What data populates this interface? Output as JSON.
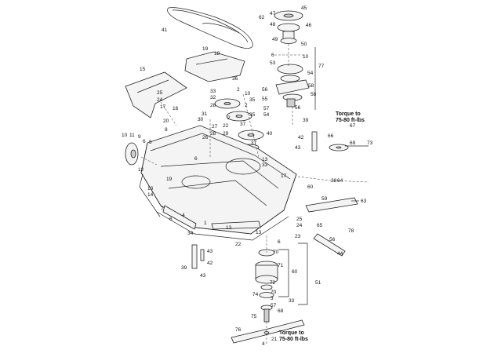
{
  "diagram": {
    "callouts": [
      {
        "id": "c45",
        "text": "45"
      },
      {
        "id": "c47",
        "text": "47"
      },
      {
        "id": "c62",
        "text": "62"
      },
      {
        "id": "c48",
        "text": "48"
      },
      {
        "id": "c46",
        "text": "46"
      },
      {
        "id": "c41",
        "text": "41"
      },
      {
        "id": "c49",
        "text": "49"
      },
      {
        "id": "c50",
        "text": "50"
      },
      {
        "id": "c19",
        "text": "19"
      },
      {
        "id": "c18",
        "text": "18"
      },
      {
        "id": "c6a",
        "text": "6"
      },
      {
        "id": "c10a",
        "text": "10"
      },
      {
        "id": "c53",
        "text": "53"
      },
      {
        "id": "c54a",
        "text": "54"
      },
      {
        "id": "c77",
        "text": "77"
      },
      {
        "id": "c15",
        "text": "15"
      },
      {
        "id": "c36",
        "text": "36"
      },
      {
        "id": "c2a",
        "text": "2"
      },
      {
        "id": "c58a",
        "text": "58"
      },
      {
        "id": "c56a",
        "text": "56"
      },
      {
        "id": "c55",
        "text": "55"
      },
      {
        "id": "c58b",
        "text": "58"
      },
      {
        "id": "c25a",
        "text": "25"
      },
      {
        "id": "c33a",
        "text": "33"
      },
      {
        "id": "c10b",
        "text": "10"
      },
      {
        "id": "c24a",
        "text": "24"
      },
      {
        "id": "c32",
        "text": "32"
      },
      {
        "id": "c35a",
        "text": "35"
      },
      {
        "id": "c17a",
        "text": "17"
      },
      {
        "id": "c28a",
        "text": "28"
      },
      {
        "id": "c2b",
        "text": "2"
      },
      {
        "id": "c35b",
        "text": "35"
      },
      {
        "id": "c16",
        "text": "16"
      },
      {
        "id": "c31",
        "text": "31"
      },
      {
        "id": "c57a",
        "text": "57"
      },
      {
        "id": "c56b",
        "text": "56"
      },
      {
        "id": "c54b",
        "text": "54"
      },
      {
        "id": "c30",
        "text": "30"
      },
      {
        "id": "c2c",
        "text": "2"
      },
      {
        "id": "c20",
        "text": "20"
      },
      {
        "id": "c37a",
        "text": "37"
      },
      {
        "id": "c8",
        "text": "8"
      },
      {
        "id": "c27",
        "text": "27"
      },
      {
        "id": "c28b",
        "text": "28"
      },
      {
        "id": "c29",
        "text": "29"
      },
      {
        "id": "c22a",
        "text": "22"
      },
      {
        "id": "c26",
        "text": "26"
      },
      {
        "id": "c40",
        "text": "40"
      },
      {
        "id": "c37b",
        "text": "37"
      },
      {
        "id": "c39a",
        "text": "39"
      },
      {
        "id": "c42a",
        "text": "42"
      },
      {
        "id": "c43a",
        "text": "43"
      },
      {
        "id": "c67",
        "text": "67"
      },
      {
        "id": "c66",
        "text": "66"
      },
      {
        "id": "c69",
        "text": "69"
      },
      {
        "id": "c73",
        "text": "73"
      },
      {
        "id": "c10c",
        "text": "10"
      },
      {
        "id": "c11",
        "text": "11"
      },
      {
        "id": "c9",
        "text": "9"
      },
      {
        "id": "c6b",
        "text": "6"
      },
      {
        "id": "c5",
        "text": "5"
      },
      {
        "id": "c12",
        "text": "12"
      },
      {
        "id": "c6c",
        "text": "6"
      },
      {
        "id": "c13a",
        "text": "13"
      },
      {
        "id": "c33b",
        "text": "33"
      },
      {
        "id": "c17b",
        "text": "17"
      },
      {
        "id": "c38",
        "text": "38"
      },
      {
        "id": "c64",
        "text": "64"
      },
      {
        "id": "c19b",
        "text": "19"
      },
      {
        "id": "c13b",
        "text": "13"
      },
      {
        "id": "c14",
        "text": "14"
      },
      {
        "id": "c59",
        "text": "59"
      },
      {
        "id": "c60a",
        "text": "60"
      },
      {
        "id": "c63",
        "text": "63"
      },
      {
        "id": "c7",
        "text": "7"
      },
      {
        "id": "c6d",
        "text": "6"
      },
      {
        "id": "c65",
        "text": "65"
      },
      {
        "id": "c4",
        "text": "4"
      },
      {
        "id": "c1",
        "text": "1"
      },
      {
        "id": "c25b",
        "text": "25"
      },
      {
        "id": "c24b",
        "text": "24"
      },
      {
        "id": "c78",
        "text": "78"
      },
      {
        "id": "c34",
        "text": "34"
      },
      {
        "id": "c13c",
        "text": "13"
      },
      {
        "id": "c13d",
        "text": "13"
      },
      {
        "id": "c23",
        "text": "23"
      },
      {
        "id": "c22b",
        "text": "22"
      },
      {
        "id": "c6e",
        "text": "6"
      },
      {
        "id": "c56c",
        "text": "56"
      },
      {
        "id": "c44",
        "text": "44"
      },
      {
        "id": "c43b",
        "text": "43"
      },
      {
        "id": "c42b",
        "text": "42"
      },
      {
        "id": "c39b",
        "text": "39"
      },
      {
        "id": "c43c",
        "text": "43"
      },
      {
        "id": "c70a",
        "text": "70"
      },
      {
        "id": "c71",
        "text": "71"
      },
      {
        "id": "c60b",
        "text": "60"
      },
      {
        "id": "c72",
        "text": "72"
      },
      {
        "id": "c51",
        "text": "51"
      },
      {
        "id": "c74",
        "text": "74"
      },
      {
        "id": "c70b",
        "text": "70"
      },
      {
        "id": "c3",
        "text": "3"
      },
      {
        "id": "c57b",
        "text": "57"
      },
      {
        "id": "c33c",
        "text": "33"
      },
      {
        "id": "c68",
        "text": "68"
      },
      {
        "id": "c75",
        "text": "75"
      },
      {
        "id": "c76",
        "text": "76"
      },
      {
        "id": "c21",
        "text": "21"
      },
      {
        "id": "c4b",
        "text": "4"
      }
    ],
    "torque_notes": [
      {
        "line1": "Torque to",
        "line2": "75-80 ft-lbs"
      },
      {
        "line1": "Torque to",
        "line2": "75-80 ft-lbs"
      }
    ]
  }
}
